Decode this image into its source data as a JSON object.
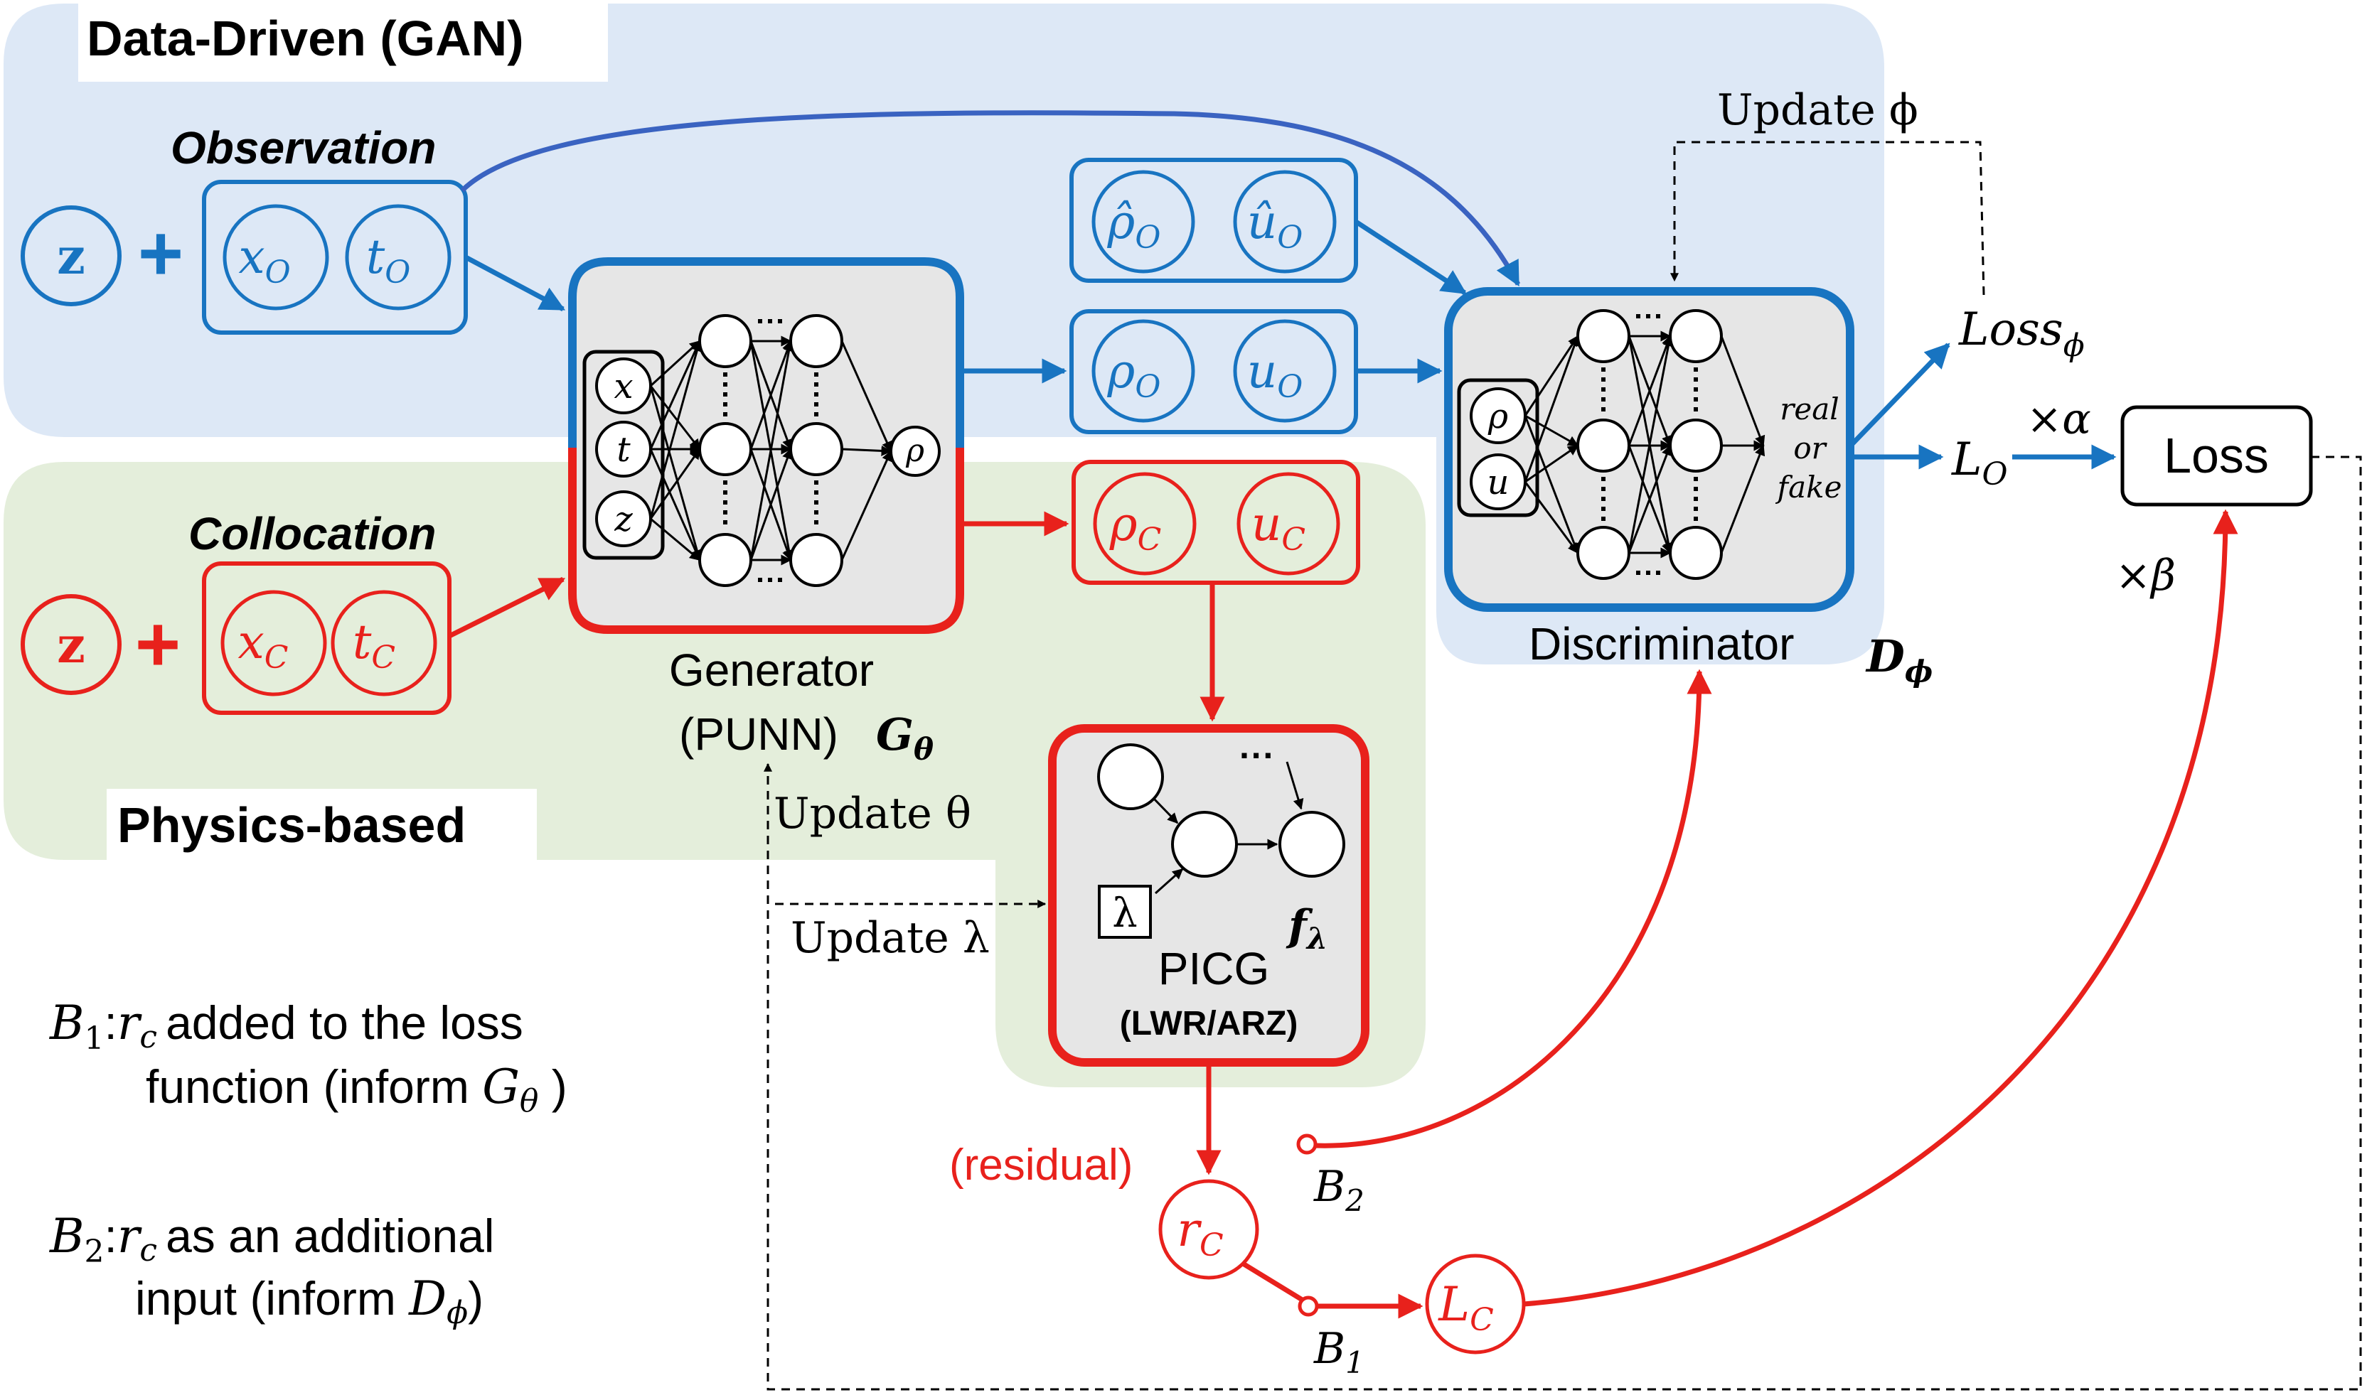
{
  "regions": {
    "data_driven": "Data-Driven (GAN)",
    "physics_based": "Physics-based"
  },
  "labels": {
    "observation": "Observation",
    "collocation": "Collocation"
  },
  "vars": {
    "z_obs": "z",
    "z_col": "z",
    "plus": "+",
    "x_o": "x",
    "x_o_sub": "O",
    "t_o": "t",
    "t_o_sub": "O",
    "x_c": "x",
    "x_c_sub": "C",
    "t_c": "t",
    "t_c_sub": "C",
    "rho_hat_o": "ρ̂",
    "rho_hat_o_sub": "O",
    "u_hat_o": "û",
    "u_hat_o_sub": "O",
    "rho_o": "ρ",
    "rho_o_sub": "O",
    "u_o": "u",
    "u_o_sub": "O",
    "rho_c": "ρ",
    "rho_c_sub": "C",
    "u_c": "u",
    "u_c_sub": "C"
  },
  "generator": {
    "title": "Generator",
    "subtitle": "(PUNN)",
    "symbol": "G",
    "symbol_sub": "θ",
    "inputs": [
      "x",
      "t",
      "z"
    ],
    "output": "ρ"
  },
  "discriminator": {
    "title": "Discriminator",
    "symbol": "D",
    "symbol_sub": "ϕ",
    "inputs": [
      "ρ",
      "u"
    ],
    "output_lines": [
      "real",
      "or",
      "fake"
    ]
  },
  "picg": {
    "title": "PICG",
    "subtitle": "(LWR/ARZ)",
    "symbol": "f",
    "symbol_sub": "λ",
    "lambda_box": "λ",
    "dots": "···"
  },
  "loss": {
    "box": "Loss",
    "loss_phi": "Loss",
    "loss_phi_sub": "ϕ",
    "l_o": "L",
    "l_o_sub": "O",
    "alpha": "×α",
    "beta": "×β",
    "l_c": "L",
    "l_c_sub": "C",
    "r_c": "r",
    "r_c_sub": "C",
    "residual": "(residual)"
  },
  "updates": {
    "phi": "Update ϕ",
    "theta": "Update θ",
    "lambda": "Update λ"
  },
  "switches": {
    "b1": "B",
    "b1_sub": "1",
    "b2": "B",
    "b2_sub": "2"
  },
  "notes": {
    "b1_sym": "B",
    "b1_sub": "1",
    "b1_rc": "r",
    "b1_rc_sub": "c",
    "b1_text1": "added to the loss",
    "b1_text2": "function (inform ",
    "b1_inform": "G",
    "b1_inform_sub": "θ",
    "b1_close": " )",
    "b2_sym": "B",
    "b2_sub": "2",
    "b2_rc": "r",
    "b2_rc_sub": "c",
    "b2_text1": "as an additional",
    "b2_text2": "input (inform ",
    "b2_inform": "D",
    "b2_inform_sub": "ϕ",
    "b2_close": ")"
  },
  "colors": {
    "blue": "#1874c1",
    "red": "#e8211c",
    "blue_bg": "#dde8f6",
    "green_bg": "#e4eedb",
    "box_fill": "#e6e6e6"
  }
}
